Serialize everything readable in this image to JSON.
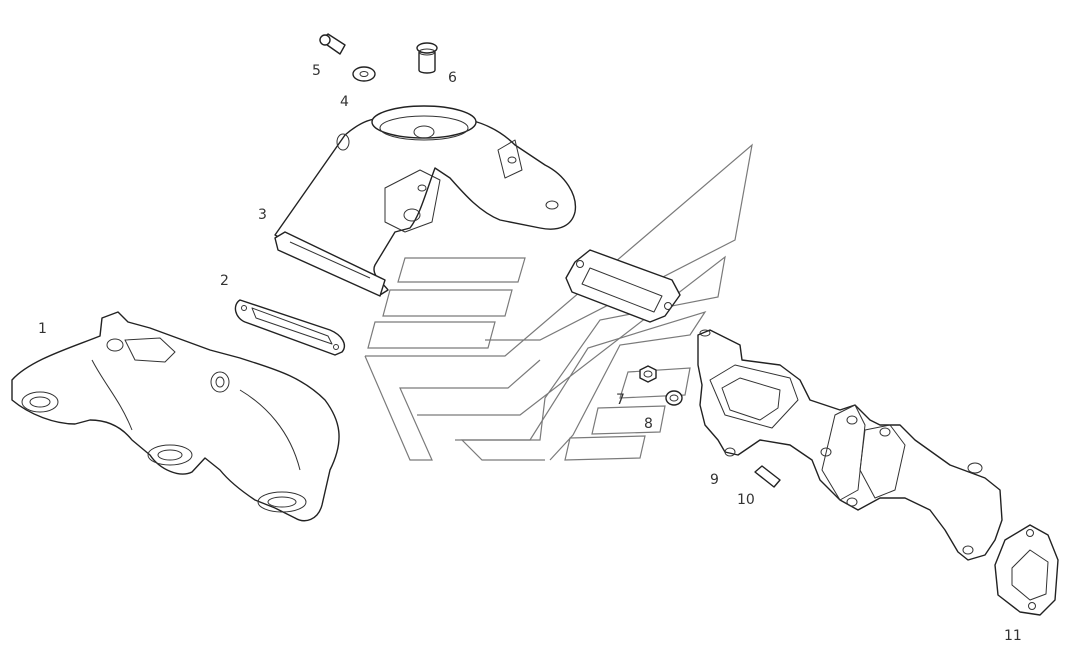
{
  "callouts": {
    "c1": "1",
    "c2": "2",
    "c3": "3",
    "c4": "4",
    "c5": "5",
    "c6": "6",
    "c7": "7",
    "c8": "8",
    "c9": "9",
    "c10": "10",
    "c11": "11"
  },
  "colors": {
    "line": "#222222",
    "watermark": "#7a7a7a",
    "background": "#ffffff"
  }
}
